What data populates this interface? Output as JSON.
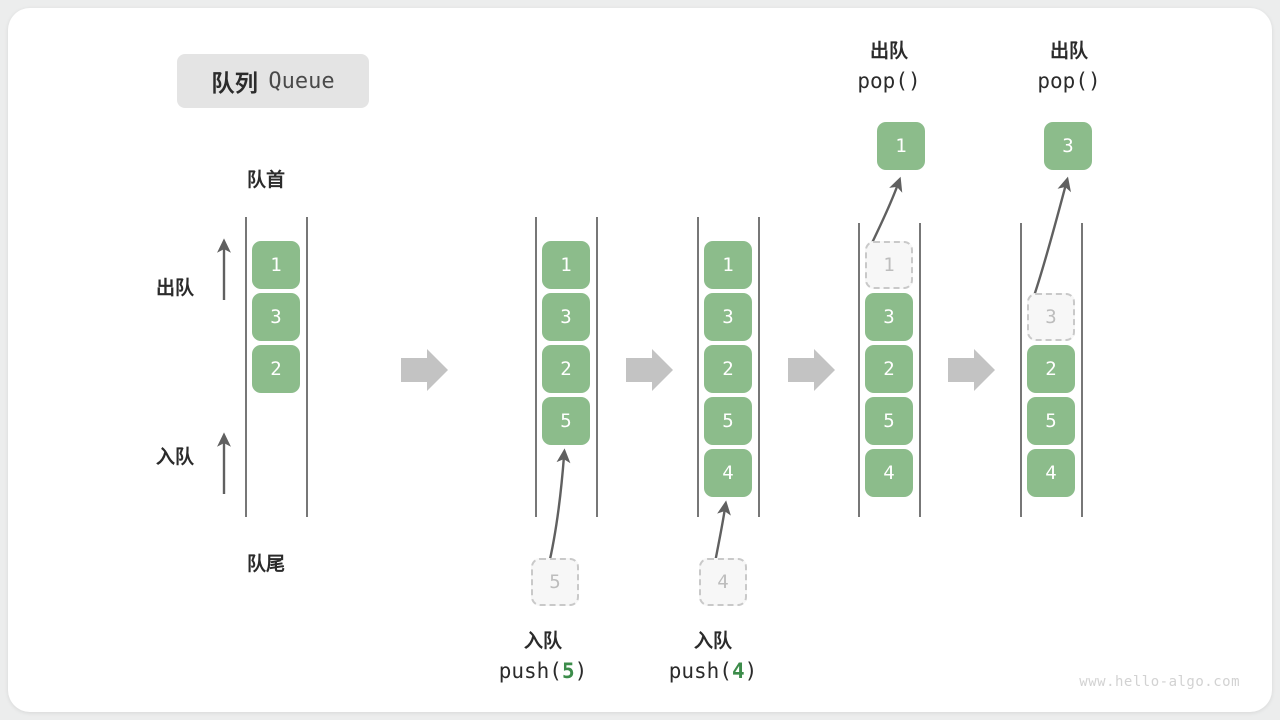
{
  "title": {
    "cn": "队列",
    "en": "Queue"
  },
  "watermark": "www.hello-algo.com",
  "colors": {
    "element": "#8cbc8b",
    "element_text": "#ffffff",
    "ghost_fill": "#f7f7f7",
    "ghost_border": "#c9c9c9",
    "ghost_text": "#bdbdbd",
    "rail": "#555555",
    "arrow": "#606060",
    "step_arrow": "#c3c3c3",
    "accent_code": "#3c8c4a",
    "chip_bg": "#e4e4e4",
    "page_bg": "#eceded",
    "card_bg": "#ffffff"
  },
  "labels": {
    "front": "队首",
    "rear": "队尾",
    "dequeue": "出队",
    "enqueue": "入队"
  },
  "panels": [
    {
      "id": "initial",
      "cells": [
        "1",
        "3",
        "2"
      ],
      "ghost_index": -1,
      "caption_cn": "",
      "caption_code": "",
      "popped": null
    },
    {
      "id": "push-5",
      "cells": [
        "1",
        "3",
        "2",
        "5"
      ],
      "ghost_index": -1,
      "caption_cn": "入队",
      "caption_code": "push(5)",
      "caption_arg": "5",
      "incoming": "5",
      "popped": null
    },
    {
      "id": "push-4",
      "cells": [
        "1",
        "3",
        "2",
        "5",
        "4"
      ],
      "ghost_index": -1,
      "caption_cn": "入队",
      "caption_code": "push(4)",
      "caption_arg": "4",
      "incoming": "4",
      "popped": null
    },
    {
      "id": "pop-1",
      "cells": [
        "1",
        "3",
        "2",
        "5",
        "4"
      ],
      "ghost_index": 0,
      "header_cn": "出队",
      "header_code": "pop()",
      "popped": "1"
    },
    {
      "id": "pop-3",
      "cells": [
        "3",
        "2",
        "5",
        "4"
      ],
      "ghost_index": 0,
      "header_cn": "出队",
      "header_code": "pop()",
      "popped": "3"
    }
  ],
  "step_arrows": [
    {
      "name": "step-arrow-1"
    },
    {
      "name": "step-arrow-2"
    },
    {
      "name": "step-arrow-3"
    },
    {
      "name": "step-arrow-4"
    }
  ]
}
